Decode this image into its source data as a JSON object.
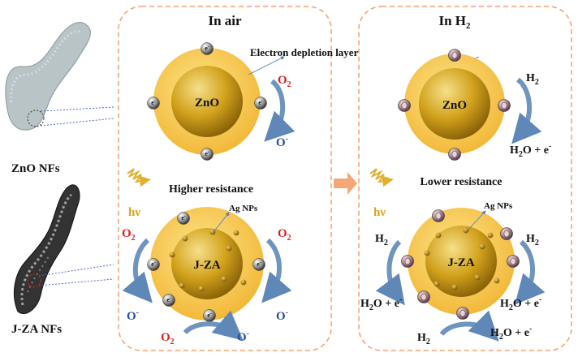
{
  "panels": {
    "air": {
      "title": "In air"
    },
    "h2": {
      "title_main": "In H",
      "title_sub": "2"
    }
  },
  "left": {
    "zno_nfs": "ZnO NFs",
    "jza_nfs": "J-ZA NFs"
  },
  "labels": {
    "electron_depletion": "Electron depletion layer",
    "higher_resistance": "Higher resistance",
    "lower_resistance": "Lower resistance",
    "hv": "hν",
    "ag_nps": "Ag NPs",
    "zno": "ZnO",
    "jza": "J-ZA",
    "o": "O",
    "two": "2",
    "h": "H",
    "minus": "-",
    "e": "e",
    "h2o_plus_e_o": "O + e"
  },
  "colors": {
    "shell": "#f6c74a",
    "core": "#c99a18",
    "arrow": "#6f95bf",
    "frame": "#f0a070",
    "transition_arrow": "#f4a878",
    "hv_arrow": "#e0b030",
    "red_label": "#d62020",
    "blue_label": "#2a4e9a"
  },
  "icons": [
    "electron-sphere",
    "oxygen-adsorbed-sphere",
    "silver-nanoparticle",
    "nanofiber"
  ]
}
